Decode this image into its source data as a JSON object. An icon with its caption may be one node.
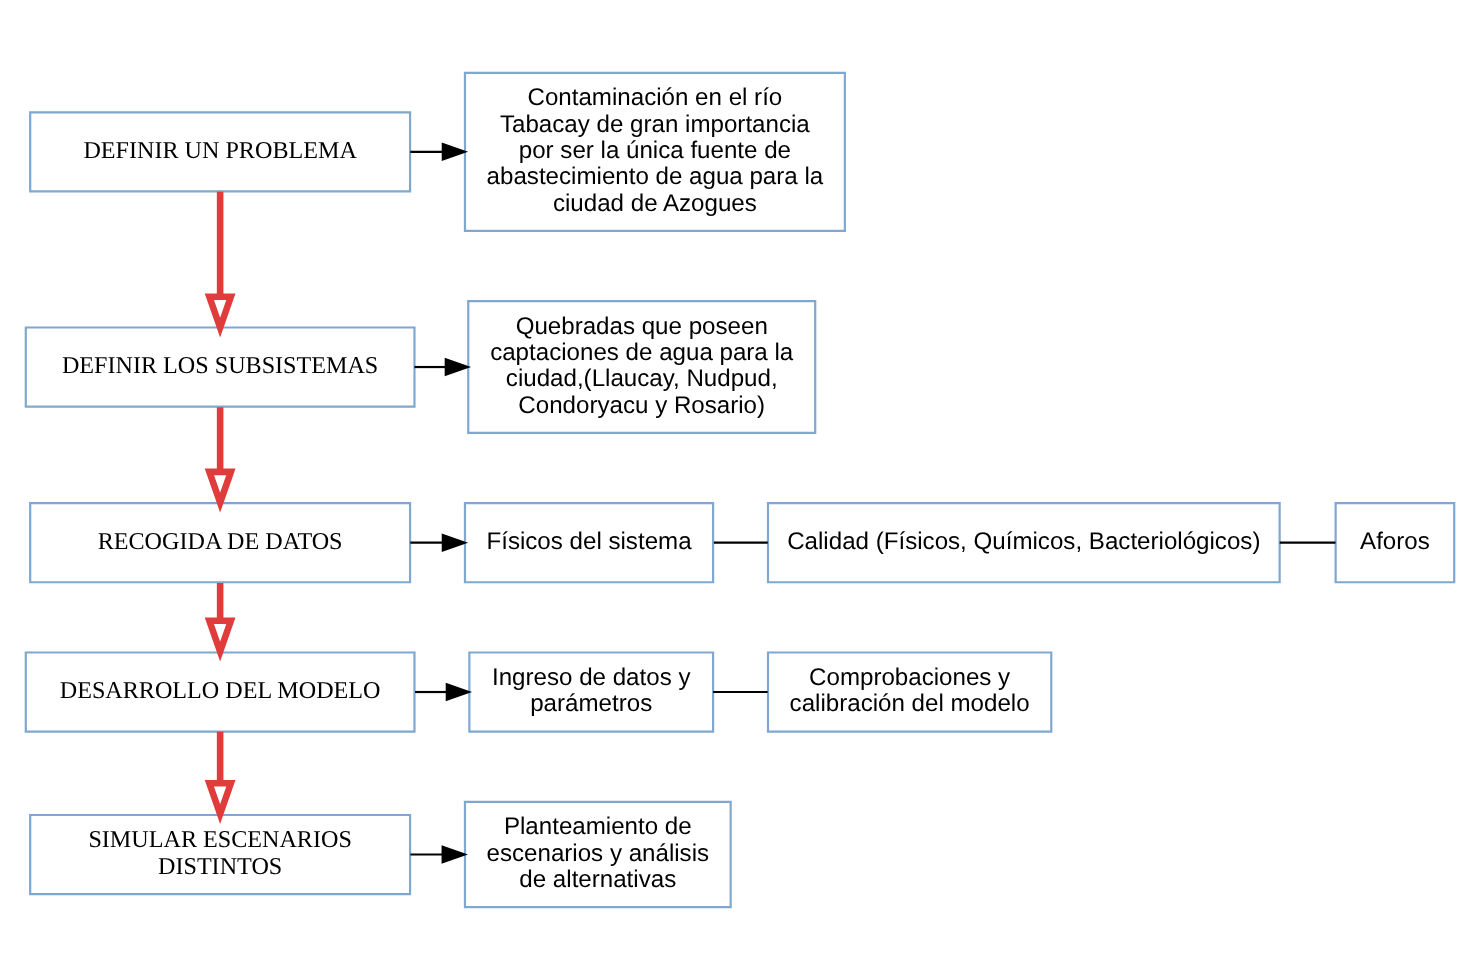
{
  "diagram": {
    "nodes": [
      {
        "text": [
          "DEFINIR UN PROBLEMA"
        ]
      },
      {
        "text": [
          "Contaminación en el río Tabacay de gran importancia por ser la única fuente de abastecimiento de agua para la ciudad de Azogues"
        ]
      },
      {
        "text": [
          "DEFINIR LOS SUBSISTEMAS"
        ]
      },
      {
        "text": [
          "Quebradas que poseen captaciones de agua para la ciudad,(Llaucay, Nudpud, Condoryacu y Rosario)"
        ]
      },
      {
        "text": [
          "RECOGIDA DE DATOS"
        ]
      },
      {
        "text": [
          "Físicos del sistema"
        ]
      },
      {
        "text": [
          "Calidad (Físicos, Químicos, Bacteriológicos)"
        ]
      },
      {
        "text": [
          "Aforos"
        ]
      },
      {
        "text": [
          "DESARROLLO DEL MODELO"
        ]
      },
      {
        "text": [
          "Ingreso de datos y parámetros"
        ]
      },
      {
        "text": [
          "Comprobaciones y calibración del modelo"
        ]
      },
      {
        "text": [
          "SIMULAR ESCENARIOS DISTINTOS"
        ]
      },
      {
        "text": [
          "Planteamiento de escenarios y análisis de alternativas"
        ]
      }
    ],
    "edges": [
      {
        "from": 0,
        "to": 1,
        "arrow": "to"
      },
      {
        "from": 0,
        "to": 2,
        "arrow": "to",
        "style": "thick",
        "color": "#e03c3c"
      },
      {
        "from": 2,
        "to": 3,
        "arrow": "to"
      },
      {
        "from": 2,
        "to": 4,
        "arrow": "to",
        "style": "thick",
        "color": "#e03c3c"
      },
      {
        "from": 4,
        "to": 5,
        "arrow": "to"
      },
      {
        "from": 5,
        "to": 6,
        "arrow": "none"
      },
      {
        "from": 6,
        "to": 7,
        "arrow": "none"
      },
      {
        "from": 4,
        "to": 8,
        "arrow": "to",
        "style": "thick",
        "color": "#e03c3c"
      },
      {
        "from": 8,
        "to": 9,
        "arrow": "to"
      },
      {
        "from": 9,
        "to": 10,
        "arrow": "none"
      },
      {
        "from": 8,
        "to": 11,
        "arrow": "to",
        "style": "thick",
        "color": "#e03c3c"
      },
      {
        "from": 11,
        "to": 12,
        "arrow": "to"
      }
    ]
  }
}
